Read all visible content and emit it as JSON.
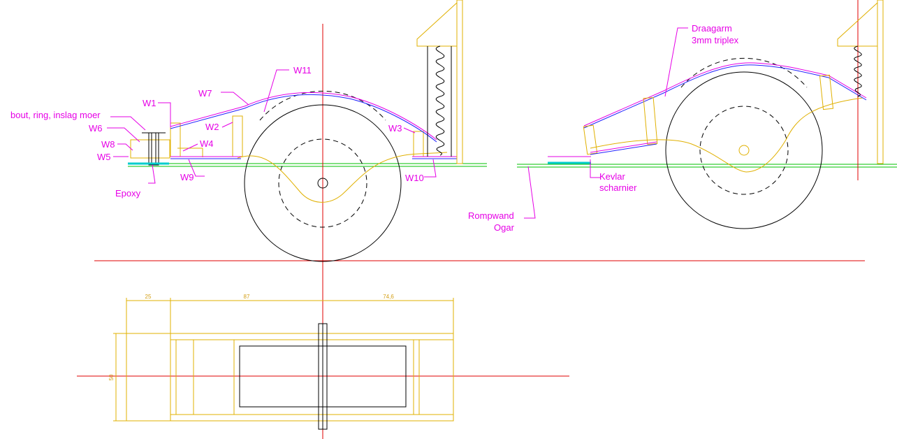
{
  "labels": {
    "bout": "bout, ring, inslag moer",
    "w1": "W1",
    "w2": "W2",
    "w3": "W3",
    "w4": "W4",
    "w5": "W5",
    "w6": "W6",
    "w7": "W7",
    "w8": "W8",
    "w9": "W9",
    "w10": "W10",
    "w11": "W11",
    "epoxy": "Epoxy",
    "draagarm_1": "Draagarm",
    "draagarm_2": "3mm triplex",
    "kevlar_1": "Kevlar",
    "kevlar_2": "scharnier",
    "rompwand_1": "Rompwand",
    "rompwand_2": "Ogar"
  },
  "dimensions": {
    "d25": "25",
    "d87": "87",
    "d74": "74,6",
    "d50": "50"
  },
  "colors": {
    "annotation": "#e600e6",
    "outline": "#e0b000",
    "centerline": "#e00000",
    "hull": "#00c000",
    "ply": "#2020ff",
    "wheel": "#000000"
  }
}
